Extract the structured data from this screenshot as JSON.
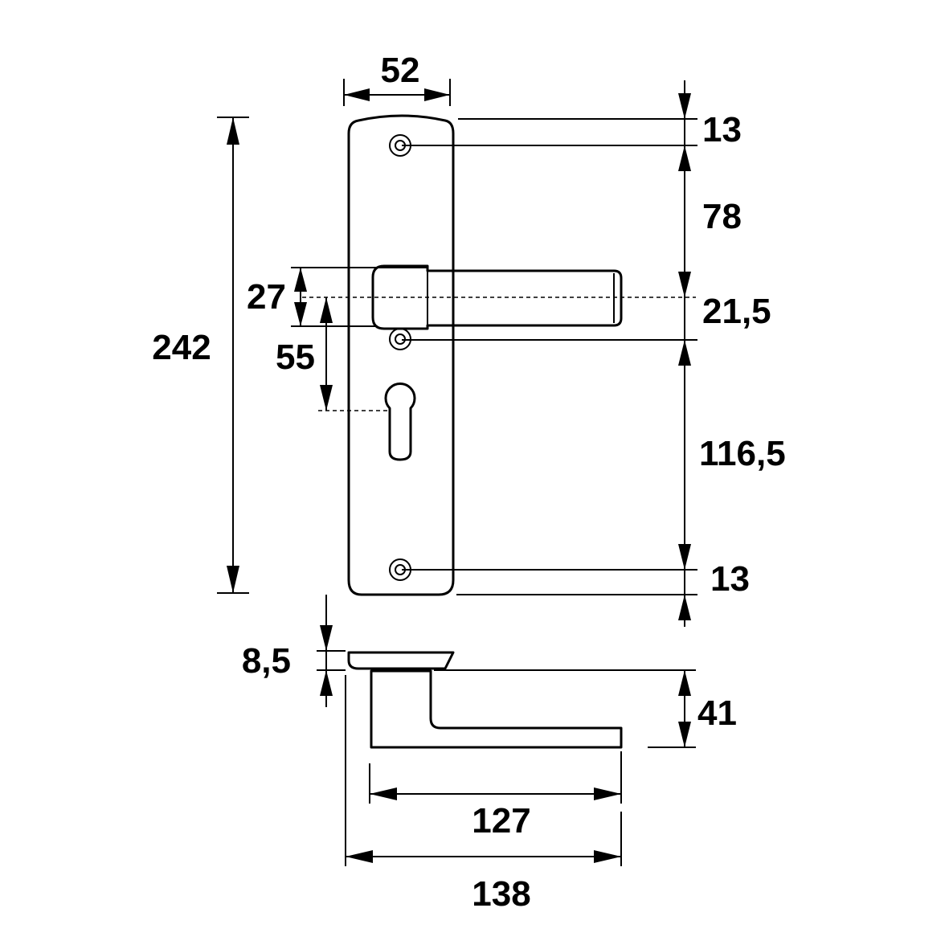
{
  "dimensions": {
    "width_top": "52",
    "total_height": "242",
    "top_margin": "13",
    "upper_spacing": "78",
    "handle_height": "27",
    "handle_offset": "21,5",
    "keyhole_offset": "55",
    "lower_spacing": "116,5",
    "bottom_margin": "13",
    "rose_thickness": "8,5",
    "handle_projection": "41",
    "lever_length": "127",
    "overall_length": "138"
  },
  "colors": {
    "line": "#000000",
    "background": "#ffffff"
  }
}
